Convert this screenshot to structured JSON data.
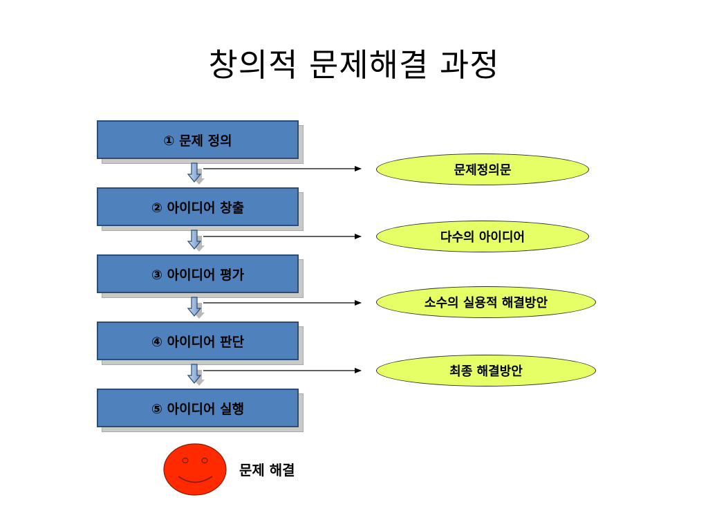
{
  "title": "창의적 문제해결 과정",
  "steps": [
    {
      "label": "① 문제 정의"
    },
    {
      "label": "② 아이디어 창출"
    },
    {
      "label": "③ 아이디어 평가"
    },
    {
      "label": "④ 아이디어 판단"
    },
    {
      "label": "⑤ 아이디어 실행"
    }
  ],
  "outputs": [
    {
      "label": "문제정의문"
    },
    {
      "label": "다수의 아이디어"
    },
    {
      "label": "소수의 실용적 해결방안"
    },
    {
      "label": "최종 해결방안"
    }
  ],
  "result": {
    "label": "문제 해결",
    "icon": "smiley-face-icon"
  },
  "colors": {
    "step_fill": "#4f81bd",
    "step_border": "#2a4d73",
    "output_fill": "#e6ff66",
    "face_fill": "#ff2a00"
  }
}
